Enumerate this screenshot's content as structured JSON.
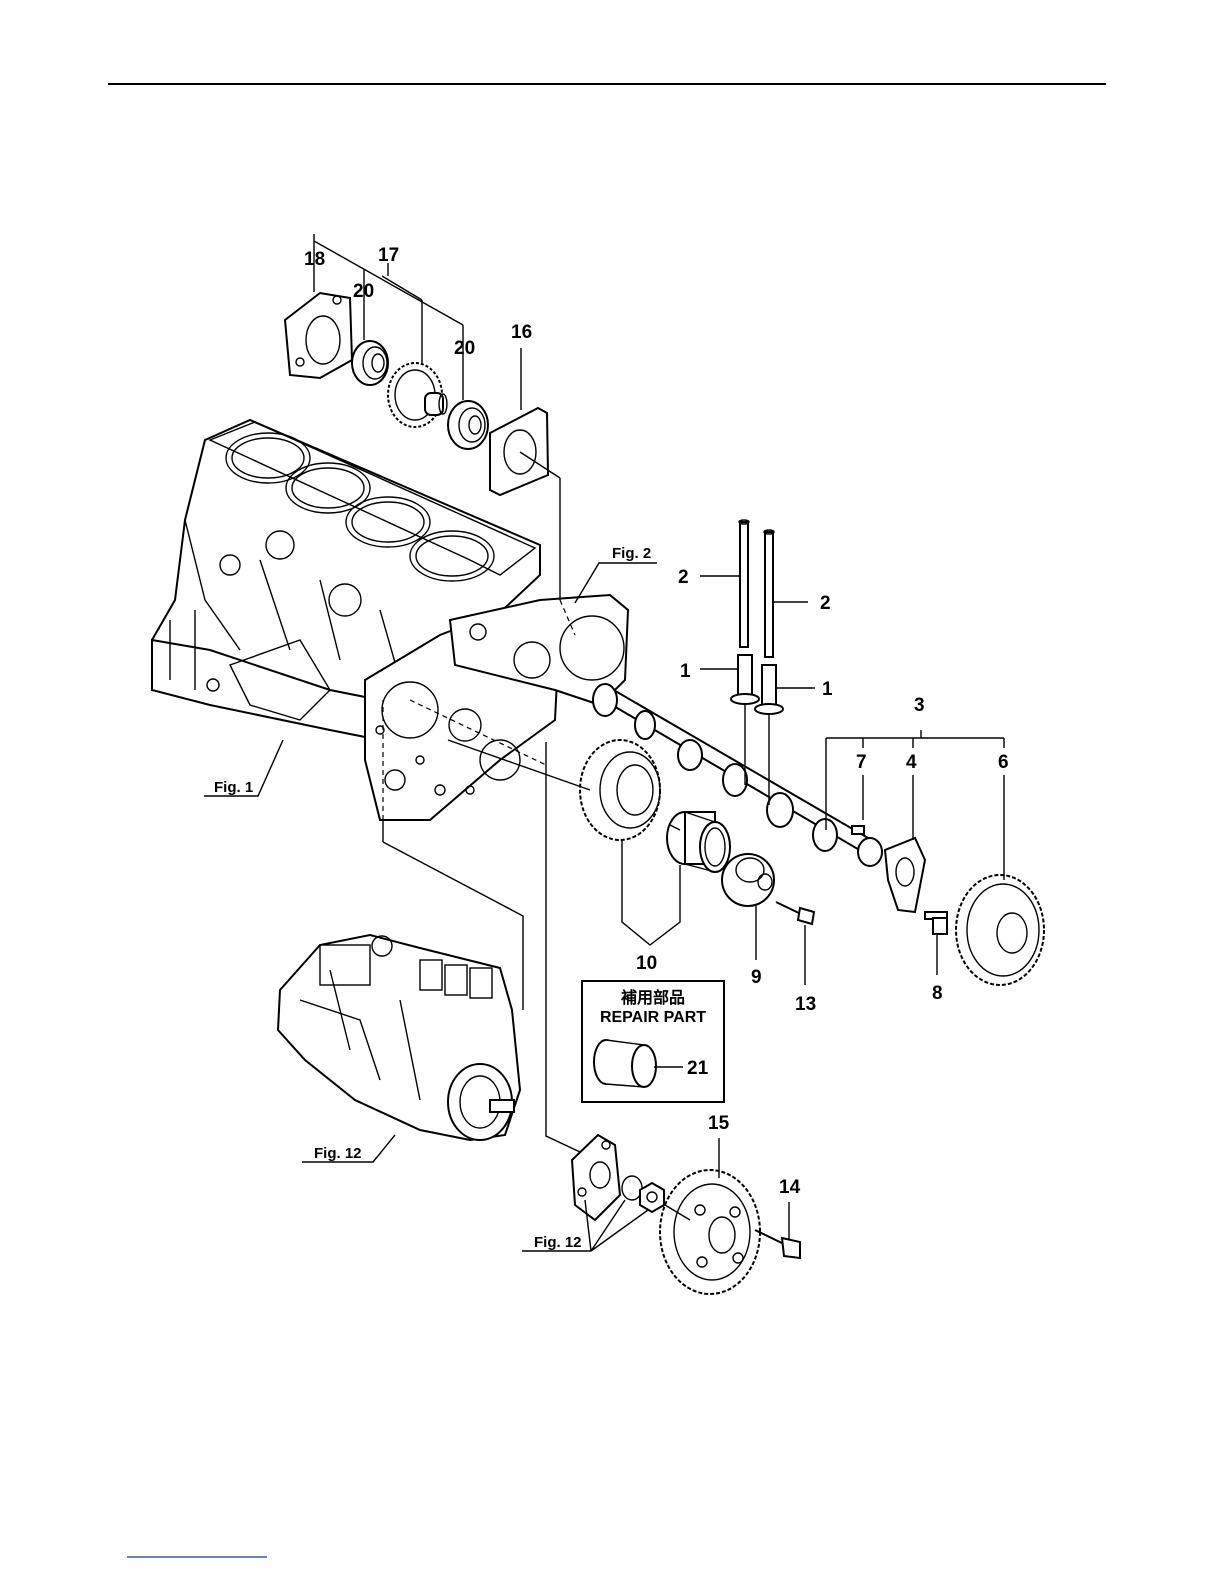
{
  "labels": {
    "p1a": "1",
    "p1b": "1",
    "p2a": "2",
    "p2b": "2",
    "p3": "3",
    "p4": "4",
    "p6": "6",
    "p7": "7",
    "p8": "8",
    "p9": "9",
    "p10": "10",
    "p13": "13",
    "p14": "14",
    "p15": "15",
    "p16": "16",
    "p17": "17",
    "p18": "18",
    "p20a": "20",
    "p20b": "20",
    "p21": "21"
  },
  "figure_refs": {
    "fig1": "Fig. 1",
    "fig2": "Fig. 2",
    "fig12a": "Fig. 12",
    "fig12b": "Fig. 12"
  },
  "repair_box": {
    "title_jp": "補用部品",
    "title_en": "REPAIR PART"
  }
}
